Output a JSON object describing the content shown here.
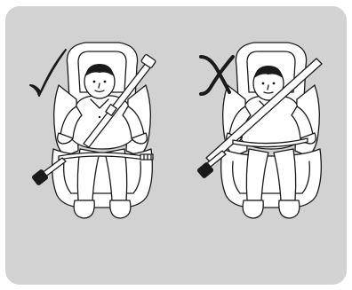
{
  "colors": {
    "panel": "#d2d2d2",
    "line": "#1a1a1a",
    "seat": "#ffffff",
    "fill": "#ffffff"
  },
  "figures": [
    {
      "id": "correct",
      "mark": "check-mark-icon",
      "harness": "belt-over-shoulder-and-lap"
    },
    {
      "id": "incorrect",
      "mark": "x-mark-icon",
      "harness": "belt-across-neck-and-arm"
    }
  ]
}
